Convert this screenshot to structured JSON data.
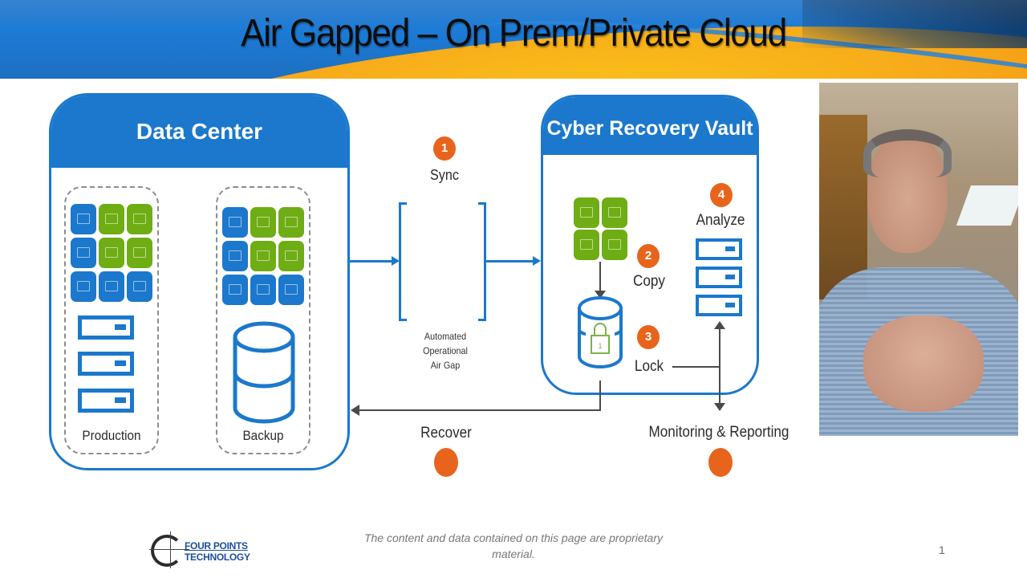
{
  "slide": {
    "title": "Air Gapped – On Prem/Private Cloud",
    "page_number": "1",
    "footer_text": "The content and data contained on this page are proprietary material.",
    "logo": {
      "line1": "FOUR POINTS",
      "line2": "TECHNOLOGY"
    }
  },
  "colors": {
    "brand_blue": "#1b78cc",
    "green": "#6fad14",
    "orange": "#e8641c"
  },
  "data_center": {
    "title": "Data Center",
    "production": {
      "label": "Production",
      "tile_grid": [
        [
          "blue",
          "green",
          "green"
        ],
        [
          "blue",
          "green",
          "green"
        ],
        [
          "blue",
          "blue",
          "blue"
        ]
      ],
      "servers": 3
    },
    "backup": {
      "label": "Backup",
      "tile_grid": [
        [
          "blue",
          "green",
          "green"
        ],
        [
          "blue",
          "green",
          "green"
        ],
        [
          "blue",
          "blue",
          "blue"
        ]
      ],
      "icon": "database-icon"
    }
  },
  "air_gap": {
    "step": "1",
    "step_label": "Sync",
    "caption_lines": [
      "Automated",
      "Operational",
      "Air Gap"
    ]
  },
  "vault": {
    "title": "Cyber Recovery Vault",
    "steps": [
      {
        "number": "2",
        "label": "Copy"
      },
      {
        "number": "3",
        "label": "Lock"
      },
      {
        "number": "4",
        "label": "Analyze"
      }
    ],
    "lock_digit": "1"
  },
  "bottom": {
    "recover_label": "Recover",
    "monitoring_label": "Monitoring & Reporting"
  },
  "video": {
    "description": "presenter webcam feed"
  }
}
